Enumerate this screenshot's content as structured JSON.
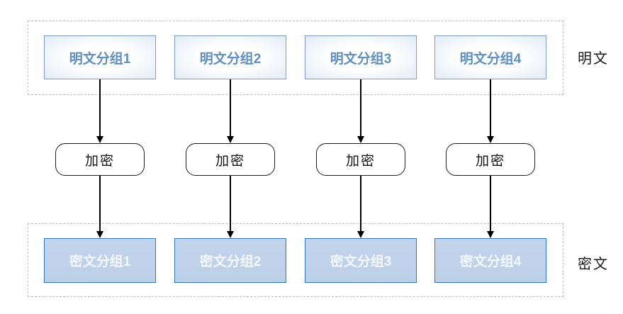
{
  "diagram": {
    "title_semantic": "block-cipher-ecb-mode-diagram",
    "top_row_label": "明文",
    "bottom_row_label": "密文",
    "columns": [
      {
        "plaintext": "明文分组1",
        "process": "加密",
        "ciphertext": "密文分组1"
      },
      {
        "plaintext": "明文分组2",
        "process": "加密",
        "ciphertext": "密文分组2"
      },
      {
        "plaintext": "明文分组3",
        "process": "加密",
        "ciphertext": "密文分组3"
      },
      {
        "plaintext": "明文分组4",
        "process": "加密",
        "ciphertext": "密文分组4"
      }
    ],
    "colors": {
      "plain_box_border": "#7e9fc5",
      "plain_box_text": "#5e8fc4",
      "cipher_box_fill": "#bcd0e8",
      "cipher_box_border": "#2e79c0",
      "cipher_box_text": "#f4f7fb",
      "process_box_border": "#1f1f1f",
      "dashed_container_border": "#bfbfbf",
      "arrow_color": "#000000"
    }
  }
}
